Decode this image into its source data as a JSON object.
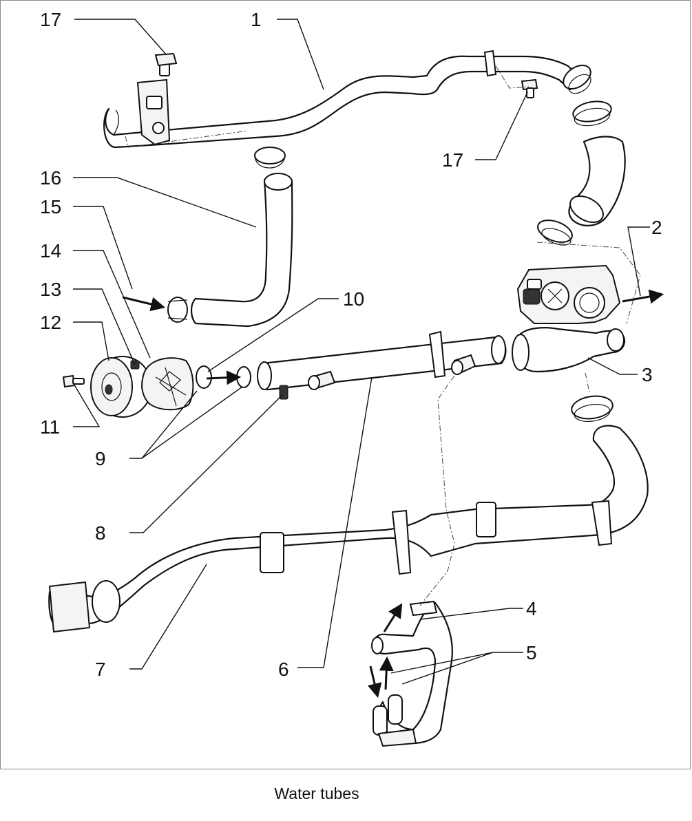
{
  "caption": "Water tubes",
  "callouts": {
    "c1": "1",
    "c2": "2",
    "c3": "3",
    "c4": "4",
    "c5": "5",
    "c6": "6",
    "c7": "7",
    "c8": "8",
    "c9": "9",
    "c10": "10",
    "c11": "11",
    "c12": "12",
    "c13": "13",
    "c14": "14",
    "c15": "15",
    "c16": "16",
    "c17a": "17",
    "c17b": "17"
  }
}
